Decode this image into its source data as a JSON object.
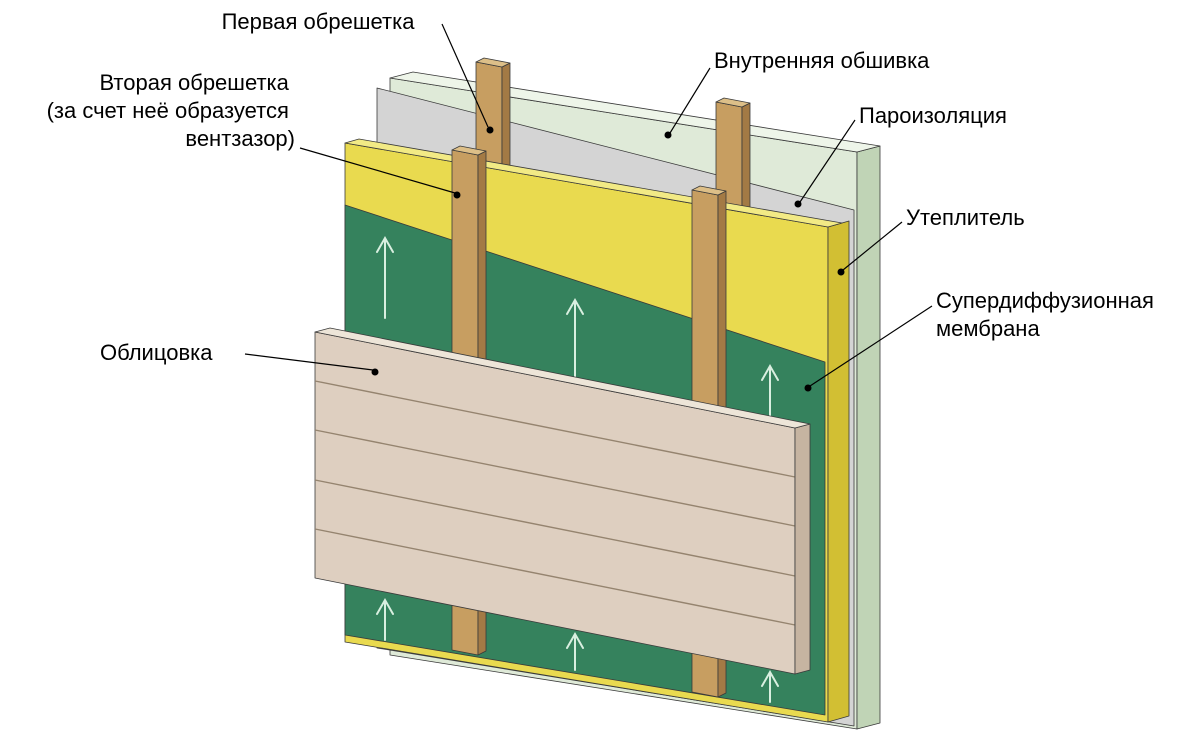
{
  "diagram": {
    "background": "#ffffff",
    "labels": {
      "first_lathing": "Первая обрешетка",
      "second_lathing": {
        "line1": "Вторая обрешетка",
        "line2": "(за счет неё образуется",
        "line3": "вентзазор)"
      },
      "inner_sheathing": "Внутренняя обшивка",
      "vapor_barrier": "Пароизоляция",
      "insulation": "Утеплитель",
      "membrane": {
        "line1": "Супердиффузионная",
        "line2": "мембрана"
      },
      "cladding": "Облицовка"
    },
    "layers": [
      {
        "name": "Облицовка",
        "color": "#decfc0"
      },
      {
        "name": "Вторая обрешетка (за счет неё образуется вентзазор)",
        "color": "#c79e61"
      },
      {
        "name": "Супердиффузионная мембрана",
        "color": "#35825d"
      },
      {
        "name": "Первая обрешетка",
        "color": "#c79e61"
      },
      {
        "name": "Утеплитель",
        "color": "#e9da4f"
      },
      {
        "name": "Пароизоляция",
        "color": "#d4d4d4"
      },
      {
        "name": "Внутренняя обшивка",
        "color": "#dfead8"
      }
    ],
    "airflow_arrows": {
      "direction": "up",
      "count": 6,
      "color": "#d9efe0"
    }
  }
}
